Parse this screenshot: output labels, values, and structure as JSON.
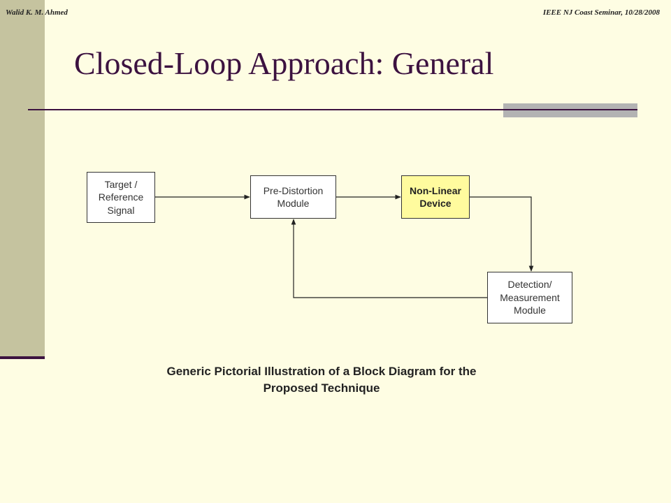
{
  "header": {
    "author": "Walid K. M. Ahmed",
    "event": "IEEE NJ Coast Seminar, 10/28/2008"
  },
  "slide": {
    "title": "Closed-Loop Approach: General"
  },
  "diagram": {
    "blocks": [
      {
        "id": "target",
        "lines": [
          "Target /",
          "Reference",
          "Signal"
        ]
      },
      {
        "id": "predistortion",
        "lines": [
          "Pre-Distortion",
          "Module"
        ]
      },
      {
        "id": "nonlinear",
        "lines": [
          "Non-Linear",
          "Device"
        ]
      },
      {
        "id": "detection",
        "lines": [
          "Detection/",
          "Measurement",
          "Module"
        ]
      }
    ],
    "caption_line1": "Generic Pictorial Illustration of a Block Diagram for the",
    "caption_line2": "Proposed Technique"
  },
  "colors": {
    "title": "#3c1240",
    "background": "#fefde3",
    "sidebar": "#c5c39f",
    "nonlinear_fill": "#fffb9e"
  }
}
